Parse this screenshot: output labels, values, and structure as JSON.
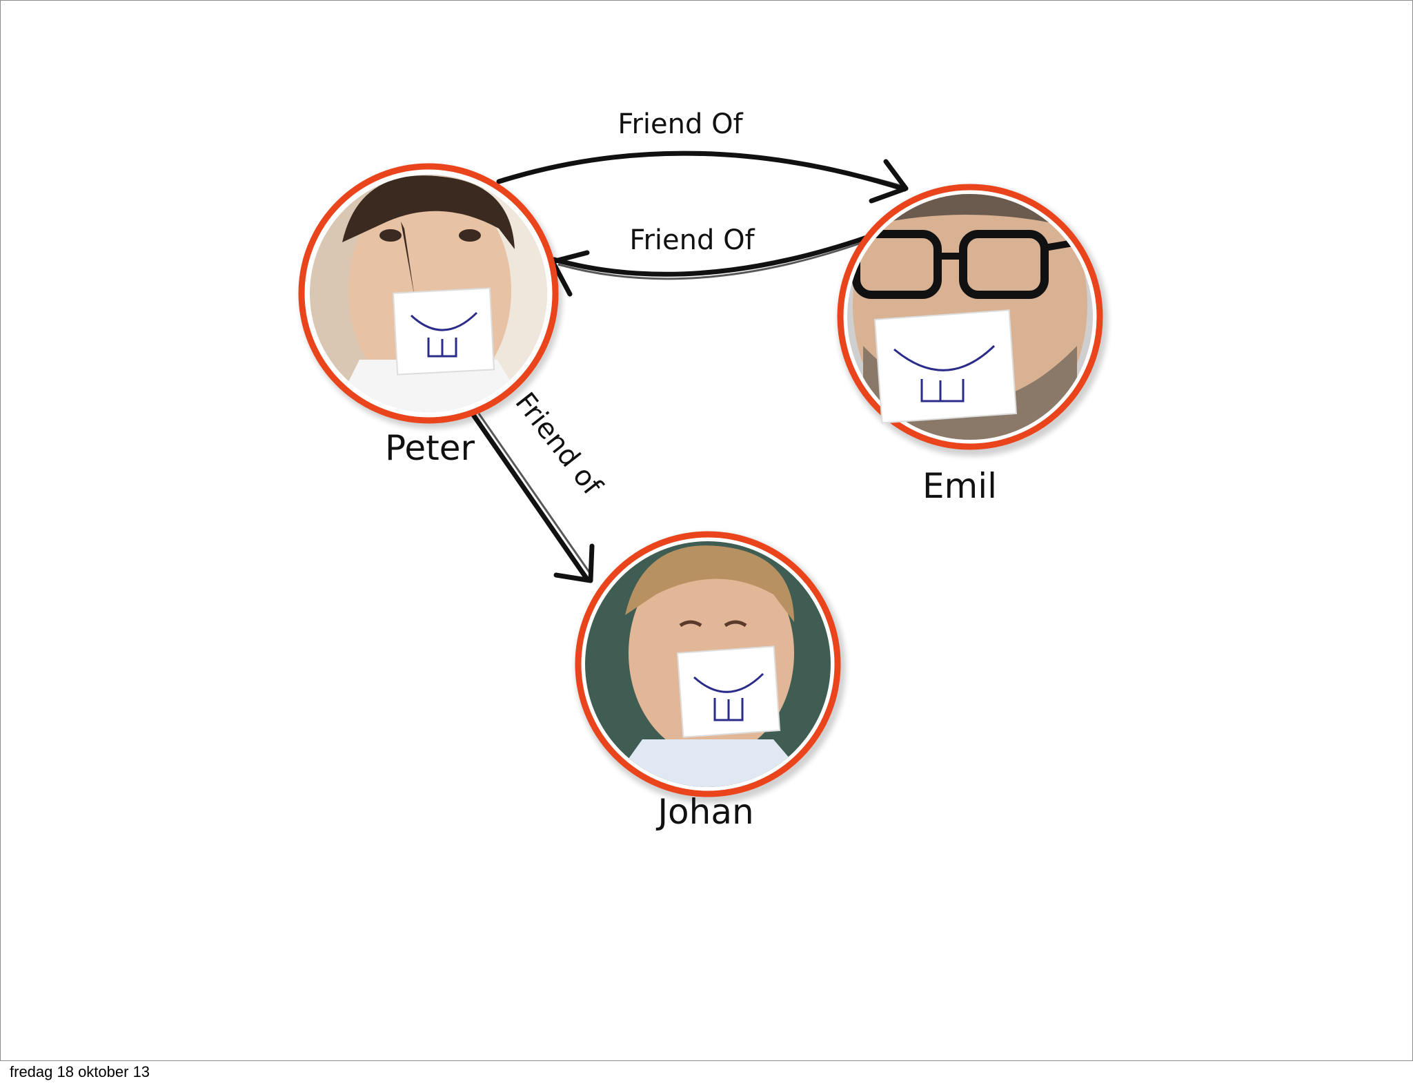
{
  "footer": {
    "date": "fredag 18 oktober 13"
  },
  "nodes": [
    {
      "id": "peter",
      "name": "Peter",
      "skin": "#e7c2a4",
      "hair": "#3b2a20",
      "bg": "#d9c7b4",
      "glasses": false
    },
    {
      "id": "emil",
      "name": "Emil",
      "skin": "#d9b293",
      "hair": "#6b5a4e",
      "bg": "#cfcfcf",
      "glasses": true
    },
    {
      "id": "johan",
      "name": "Johan",
      "skin": "#e2b797",
      "hair": "#b89163",
      "bg": "#3f5d52",
      "glasses": false
    }
  ],
  "edges": [
    {
      "from": "peter",
      "to": "emil",
      "label": "Friend Of"
    },
    {
      "from": "emil",
      "to": "peter",
      "label": "Friend Of"
    },
    {
      "from": "peter",
      "to": "johan",
      "label": "Friend of"
    }
  ],
  "colors": {
    "ring": "#e9441c",
    "arrow": "#111111",
    "note": "#ffffff",
    "smile": "#2b2b8a"
  }
}
